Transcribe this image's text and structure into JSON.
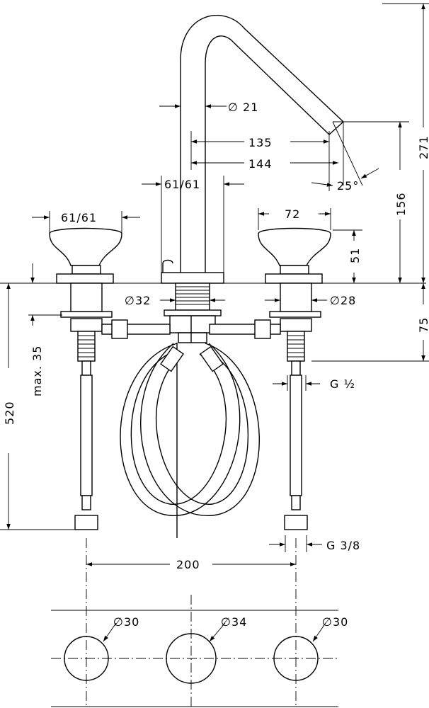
{
  "dimensions": {
    "spout_diameter": "∅ 21",
    "reach_135": "135",
    "reach_144": "144",
    "angle": "25°",
    "spout_base": "61/61",
    "handle_base": "61/61",
    "handle_width": "72",
    "handle_height": "51",
    "outlet_height": "156",
    "total_height": "271",
    "spout_shank": "∅32",
    "handle_shank": "∅28",
    "max_thickness": "max. 35",
    "hose_length": "520",
    "shank_length": "75",
    "thread_half": "G ½",
    "thread_38": "G 3/8",
    "spacing": "200",
    "hole_left": "∅30",
    "hole_center": "∅34",
    "hole_right": "∅30"
  }
}
